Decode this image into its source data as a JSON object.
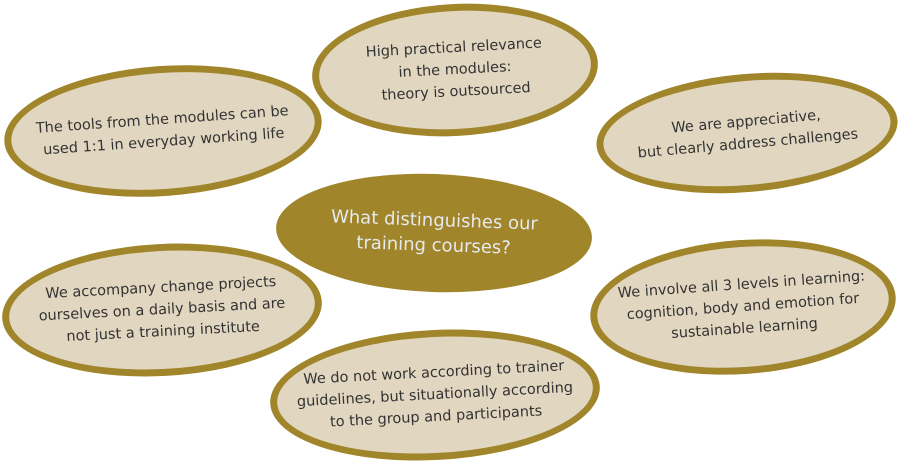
{
  "center": {
    "text": "What distinguishes our\ntraining courses?"
  },
  "bubbles": {
    "top": "High practical relevance\nin the modules:\ntheory is outsourced",
    "top_left": "The tools from the modules can be\nused 1:1 in everyday working life",
    "top_right": "We are appreciative,\nbut clearly address challenges",
    "bottom_left": "We accompany change projects\nourselves on a daily basis and are\nnot just a training institute",
    "bottom_right": "We involve all 3 levels in learning:\ncognition, body and emotion for\nsustainable learning",
    "bottom": "We do not work according to trainer\nguidelines, but situationally according\nto the group and participants"
  },
  "colors": {
    "accent": "#a0852a",
    "fill": "#e1d6c0"
  }
}
